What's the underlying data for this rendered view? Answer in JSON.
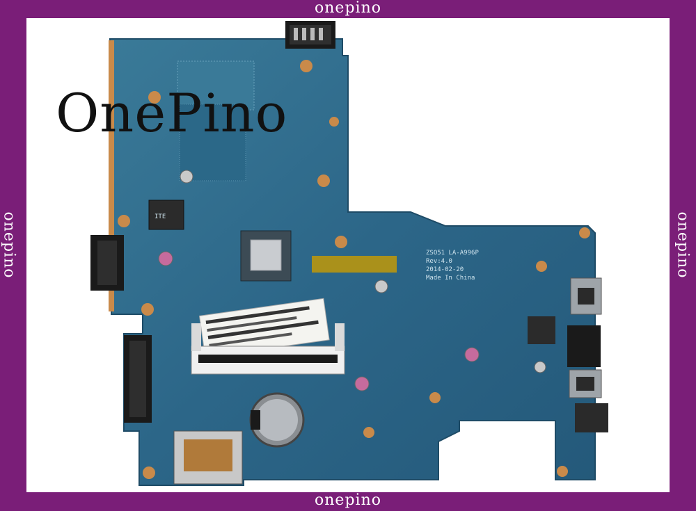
{
  "watermark": {
    "top": "onepino",
    "bottom": "onepino",
    "left": "onepino",
    "right": "onepino"
  },
  "brand_logo": "OnePino",
  "board_silkscreen": {
    "model": "ZSO51  LA-A996P",
    "rev": "Rev:4.0",
    "date": "2014-02-20",
    "origin": "Made In China"
  },
  "colors": {
    "frame": "#7a1e78",
    "pcb": "#2f6d8f",
    "pcb_dark": "#23567a",
    "edge": "#c98a4a",
    "chip": "#2b2b2b"
  }
}
